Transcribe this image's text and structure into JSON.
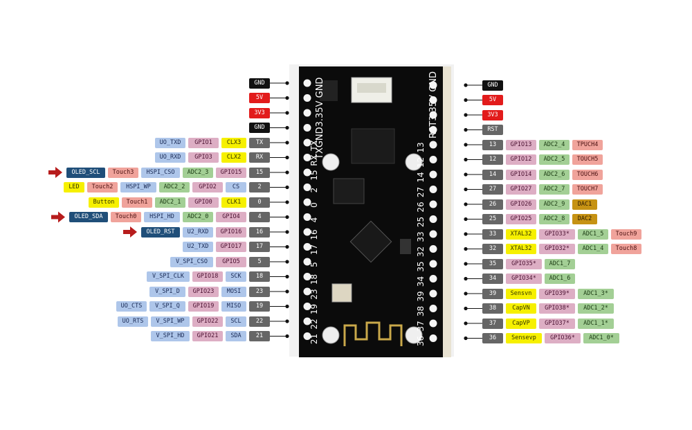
{
  "board_print": {
    "left_top": "TXGND3.35V GND",
    "right_top": "RST3.35V GND",
    "left_pins": [
      "",
      "",
      "",
      "",
      "TX",
      "RX",
      "15",
      "2",
      "0",
      "4",
      "16",
      "17",
      "5",
      "18",
      "23",
      "19",
      "22",
      "21"
    ],
    "right_pins": [
      "",
      "",
      "",
      "",
      "13",
      "12",
      "14",
      "27",
      "26",
      "25",
      "33",
      "32",
      "35",
      "34",
      "39",
      "38",
      "37",
      "36"
    ]
  },
  "left_rows": [
    {
      "pin": "GND",
      "cells": [
        {
          "t": "GND",
          "c": "black"
        }
      ]
    },
    {
      "pin": "5V",
      "cells": [
        {
          "t": "5V",
          "c": "red"
        }
      ]
    },
    {
      "pin": "3V3",
      "cells": [
        {
          "t": "3V3",
          "c": "red"
        }
      ]
    },
    {
      "pin": "GND",
      "cells": [
        {
          "t": "GND",
          "c": "black"
        }
      ]
    },
    {
      "pin": "TX",
      "cells": [
        {
          "t": "UO_TXD",
          "c": "blue"
        },
        {
          "t": "GPIO1",
          "c": "pink"
        },
        {
          "t": "CLX3",
          "c": "yellow"
        },
        {
          "t": "TX",
          "c": "gray"
        }
      ]
    },
    {
      "pin": "RX",
      "cells": [
        {
          "t": "UO_RXD",
          "c": "blue"
        },
        {
          "t": "GPIO3",
          "c": "pink"
        },
        {
          "t": "CLX2",
          "c": "yellow"
        },
        {
          "t": "RX",
          "c": "gray"
        }
      ]
    },
    {
      "pin": "15",
      "cells": [
        {
          "t": "OLED_SCL",
          "c": "navy"
        },
        {
          "t": "Touch3",
          "c": "salmon"
        },
        {
          "t": "HSPI_CSO",
          "c": "blue"
        },
        {
          "t": "ADC2_3",
          "c": "green"
        },
        {
          "t": "GPIO15",
          "c": "pink"
        },
        {
          "t": "15",
          "c": "gray"
        }
      ],
      "arrow": true
    },
    {
      "pin": "2",
      "cells": [
        {
          "t": "LED",
          "c": "yellow"
        },
        {
          "t": "Touch2",
          "c": "salmon"
        },
        {
          "t": "HSPI_WP",
          "c": "blue"
        },
        {
          "t": "ADC2_2",
          "c": "green"
        },
        {
          "t": "GPIO2",
          "c": "pink"
        },
        {
          "t": "CS",
          "c": "blue"
        },
        {
          "t": "2",
          "c": "gray"
        }
      ]
    },
    {
      "pin": "0",
      "cells": [
        {
          "t": "Button",
          "c": "yellow"
        },
        {
          "t": "Touch1",
          "c": "salmon"
        },
        {
          "t": "ADC2_1",
          "c": "green"
        },
        {
          "t": "GPIO0",
          "c": "pink"
        },
        {
          "t": "CLK1",
          "c": "yellow"
        },
        {
          "t": "0",
          "c": "gray"
        }
      ]
    },
    {
      "pin": "4",
      "cells": [
        {
          "t": "OLED_SDA",
          "c": "navy"
        },
        {
          "t": "Touch0",
          "c": "salmon"
        },
        {
          "t": "HSPI_HD",
          "c": "blue"
        },
        {
          "t": "ADC2_0",
          "c": "green"
        },
        {
          "t": "GPIO4",
          "c": "pink"
        },
        {
          "t": "4",
          "c": "gray"
        }
      ],
      "arrow": true
    },
    {
      "pin": "16",
      "cells": [
        {
          "t": "OLED_RST",
          "c": "navy"
        },
        {
          "t": "U2_RXD",
          "c": "blue"
        },
        {
          "t": "GPIO16",
          "c": "pink"
        },
        {
          "t": "16",
          "c": "gray"
        }
      ],
      "arrow": true
    },
    {
      "pin": "17",
      "cells": [
        {
          "t": "U2_TXD",
          "c": "blue"
        },
        {
          "t": "GPIO17",
          "c": "pink"
        },
        {
          "t": "17",
          "c": "gray"
        }
      ]
    },
    {
      "pin": "5",
      "cells": [
        {
          "t": "V_SPI_CSO",
          "c": "blue"
        },
        {
          "t": "GPIO5",
          "c": "pink"
        },
        {
          "t": "5",
          "c": "gray"
        }
      ]
    },
    {
      "pin": "18",
      "cells": [
        {
          "t": "V_SPI_CLK",
          "c": "blue"
        },
        {
          "t": "GPIO18",
          "c": "pink"
        },
        {
          "t": "SCK",
          "c": "blue"
        },
        {
          "t": "18",
          "c": "gray"
        }
      ]
    },
    {
      "pin": "23",
      "cells": [
        {
          "t": "V_SPI_D",
          "c": "blue"
        },
        {
          "t": "GPIO23",
          "c": "pink"
        },
        {
          "t": "MOSI",
          "c": "blue"
        },
        {
          "t": "23",
          "c": "gray"
        }
      ]
    },
    {
      "pin": "19",
      "cells": [
        {
          "t": "UO_CTS",
          "c": "blue"
        },
        {
          "t": "V_SPI_Q",
          "c": "blue"
        },
        {
          "t": "GPIO19",
          "c": "pink"
        },
        {
          "t": "MISO",
          "c": "blue"
        },
        {
          "t": "19",
          "c": "gray"
        }
      ]
    },
    {
      "pin": "22",
      "cells": [
        {
          "t": "UO_RTS",
          "c": "blue"
        },
        {
          "t": "V_SPI_WP",
          "c": "blue"
        },
        {
          "t": "GPIO22",
          "c": "pink"
        },
        {
          "t": "SCL",
          "c": "blue"
        },
        {
          "t": "22",
          "c": "gray"
        }
      ]
    },
    {
      "pin": "21",
      "cells": [
        {
          "t": "V_SPI_HD",
          "c": "blue"
        },
        {
          "t": "GPIO21",
          "c": "pink"
        },
        {
          "t": "SDA",
          "c": "blue"
        },
        {
          "t": "21",
          "c": "gray"
        }
      ]
    }
  ],
  "right_rows": [
    {
      "pin": "GND",
      "cells": [
        {
          "t": "GND",
          "c": "black"
        }
      ]
    },
    {
      "pin": "5V",
      "cells": [
        {
          "t": "5V",
          "c": "red"
        }
      ]
    },
    {
      "pin": "3V3",
      "cells": [
        {
          "t": "3V3",
          "c": "red"
        }
      ]
    },
    {
      "pin": "RST",
      "cells": [
        {
          "t": "RST",
          "c": "gray"
        }
      ]
    },
    {
      "pin": "13",
      "cells": [
        {
          "t": "13",
          "c": "gray"
        },
        {
          "t": "GPIO13",
          "c": "pink"
        },
        {
          "t": "ADC2_4",
          "c": "green"
        },
        {
          "t": "TPUCH4",
          "c": "salmon"
        }
      ]
    },
    {
      "pin": "12",
      "cells": [
        {
          "t": "12",
          "c": "gray"
        },
        {
          "t": "GPIO12",
          "c": "pink"
        },
        {
          "t": "ADC2_5",
          "c": "green"
        },
        {
          "t": "TOUCH5",
          "c": "salmon"
        }
      ]
    },
    {
      "pin": "14",
      "cells": [
        {
          "t": "14",
          "c": "gray"
        },
        {
          "t": "GPIO14",
          "c": "pink"
        },
        {
          "t": "ADC2_6",
          "c": "green"
        },
        {
          "t": "TOUCH6",
          "c": "salmon"
        }
      ]
    },
    {
      "pin": "27",
      "cells": [
        {
          "t": "27",
          "c": "gray"
        },
        {
          "t": "GPIO27",
          "c": "pink"
        },
        {
          "t": "ADC2_7",
          "c": "green"
        },
        {
          "t": "TOUCH7",
          "c": "salmon"
        }
      ]
    },
    {
      "pin": "26",
      "cells": [
        {
          "t": "26",
          "c": "gray"
        },
        {
          "t": "GPIO26",
          "c": "pink"
        },
        {
          "t": "ADC2_9",
          "c": "green"
        },
        {
          "t": "DAC1",
          "c": "gold"
        }
      ]
    },
    {
      "pin": "25",
      "cells": [
        {
          "t": "25",
          "c": "gray"
        },
        {
          "t": "GPIO25",
          "c": "pink"
        },
        {
          "t": "ADC2_8",
          "c": "green"
        },
        {
          "t": "DAC2",
          "c": "gold"
        }
      ]
    },
    {
      "pin": "33",
      "cells": [
        {
          "t": "33",
          "c": "gray"
        },
        {
          "t": "XTAL32",
          "c": "yellow"
        },
        {
          "t": "GPIO33*",
          "c": "pink"
        },
        {
          "t": "ADC1_5",
          "c": "green"
        },
        {
          "t": "Touch9",
          "c": "salmon"
        }
      ]
    },
    {
      "pin": "32",
      "cells": [
        {
          "t": "32",
          "c": "gray"
        },
        {
          "t": "XTAL32",
          "c": "yellow"
        },
        {
          "t": "GPIO32*",
          "c": "pink"
        },
        {
          "t": "ADC1_4",
          "c": "green"
        },
        {
          "t": "Touch8",
          "c": "salmon"
        }
      ]
    },
    {
      "pin": "35",
      "cells": [
        {
          "t": "35",
          "c": "gray"
        },
        {
          "t": "GPIO35*",
          "c": "pink"
        },
        {
          "t": "ADC1_7",
          "c": "green"
        }
      ]
    },
    {
      "pin": "34",
      "cells": [
        {
          "t": "34",
          "c": "gray"
        },
        {
          "t": "GPIO34*",
          "c": "pink"
        },
        {
          "t": "ADC1_6",
          "c": "green"
        }
      ]
    },
    {
      "pin": "39",
      "cells": [
        {
          "t": "39",
          "c": "gray"
        },
        {
          "t": "Sensvn",
          "c": "yellow"
        },
        {
          "t": "GPIO39*",
          "c": "pink"
        },
        {
          "t": "ADC1_3*",
          "c": "green"
        }
      ]
    },
    {
      "pin": "38",
      "cells": [
        {
          "t": "38",
          "c": "gray"
        },
        {
          "t": "CapVN",
          "c": "yellow"
        },
        {
          "t": "GPIO38*",
          "c": "pink"
        },
        {
          "t": "ADC1_2*",
          "c": "green"
        }
      ]
    },
    {
      "pin": "37",
      "cells": [
        {
          "t": "37",
          "c": "gray"
        },
        {
          "t": "CapVP",
          "c": "yellow"
        },
        {
          "t": "GPIO37*",
          "c": "pink"
        },
        {
          "t": "ADC1_1*",
          "c": "green"
        }
      ]
    },
    {
      "pin": "36",
      "cells": [
        {
          "t": "36",
          "c": "gray"
        },
        {
          "t": "Sensevp",
          "c": "yellow"
        },
        {
          "t": "GPIO36*",
          "c": "pink"
        },
        {
          "t": "ADC1_0*",
          "c": "green"
        }
      ]
    }
  ]
}
